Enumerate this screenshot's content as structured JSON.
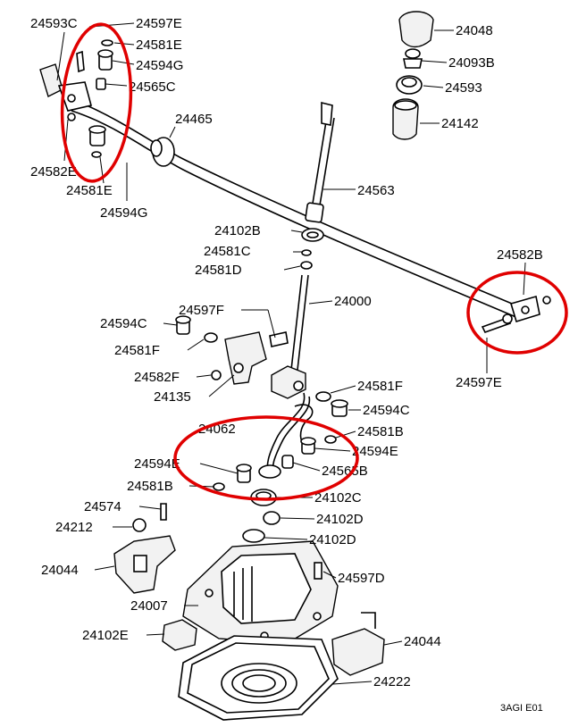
{
  "labels": [
    "24593C",
    "24597E",
    "24581E",
    "24594G",
    "24565C",
    "24582E",
    "24581E",
    "24594G",
    "24465",
    "24048",
    "24093B",
    "24593",
    "24142",
    "24563",
    "24102B",
    "24581C",
    "24581D",
    "24582B",
    "24597E",
    "24000",
    "24597F",
    "24594C",
    "24581F",
    "24582F",
    "24135",
    "24581F",
    "24594C",
    "24062",
    "24581B",
    "24594E",
    "24594E",
    "24565B",
    "24581B",
    "24102C",
    "24574",
    "24102D",
    "24212",
    "24102D",
    "24044",
    "24597D",
    "24007",
    "24102E",
    "24044",
    "24222"
  ],
  "figure_code": "3AGI E01",
  "highlight_color": "#e00000"
}
